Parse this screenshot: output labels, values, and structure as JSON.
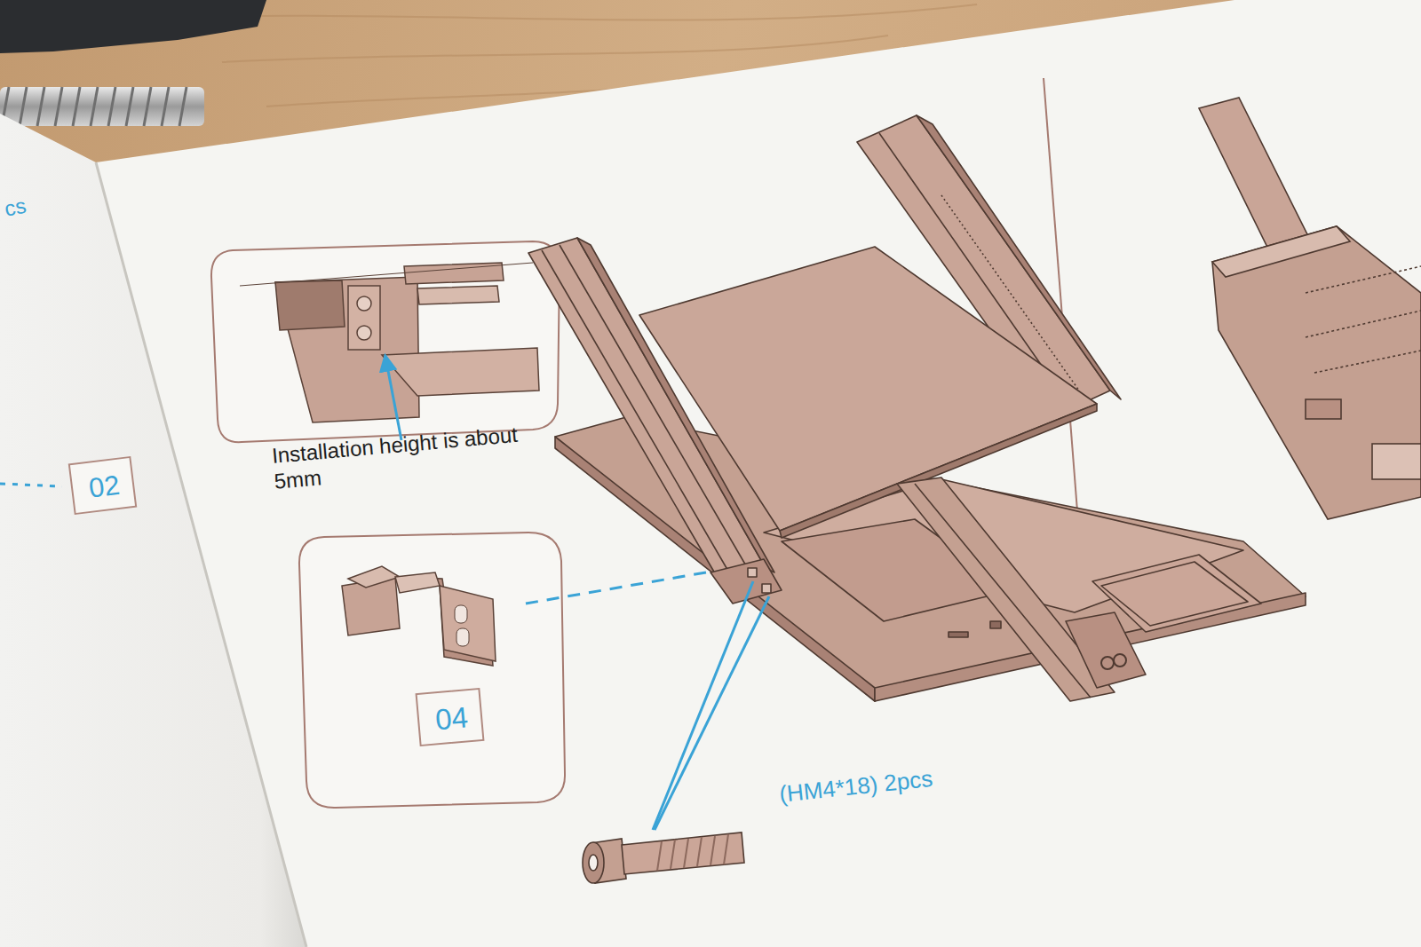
{
  "diagram": {
    "nodes": [
      {
        "text": [
          "02"
        ]
      },
      {
        "text": [
          "04"
        ]
      }
    ],
    "labels": [
      "cs",
      "Installation height is about 5mm",
      "(HM4*18) 2pcs"
    ]
  }
}
